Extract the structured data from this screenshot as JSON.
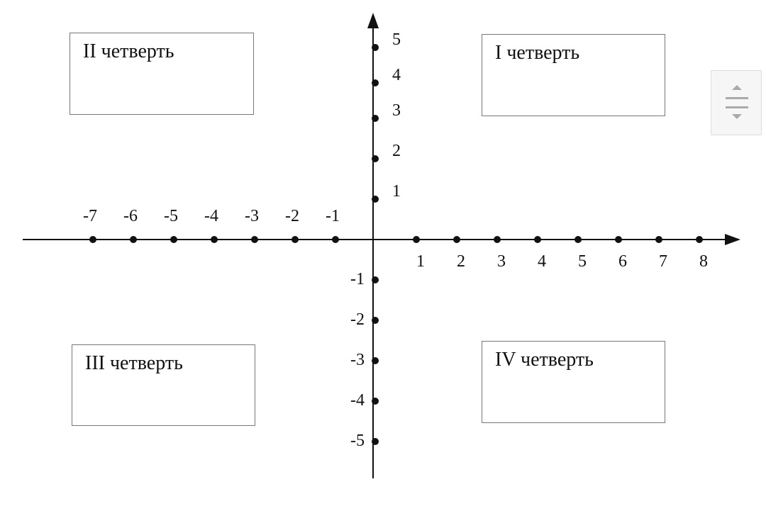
{
  "quadrants": {
    "q1": "I четверть",
    "q2": "II четверть",
    "q3": "III четверть",
    "q4": "IV четверть"
  },
  "axes": {
    "x_ticks": [
      -7,
      -6,
      -5,
      -4,
      -3,
      -2,
      -1,
      1,
      2,
      3,
      4,
      5,
      6,
      7,
      8
    ],
    "y_ticks": [
      5,
      4,
      3,
      2,
      1,
      -1,
      -2,
      -3,
      -4,
      -5
    ]
  },
  "colors": {
    "axis": "#111111",
    "box_border": "#777777"
  },
  "widget": {
    "icon": "reorder-handle-icon"
  }
}
